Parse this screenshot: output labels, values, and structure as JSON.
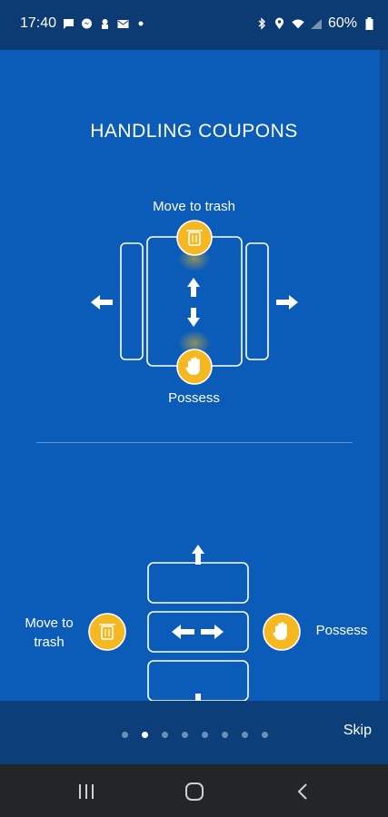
{
  "status_bar": {
    "time": "17:40",
    "battery": "60%"
  },
  "screen": {
    "title": "HANDLING COUPONS",
    "top_illustration": {
      "top_label": "Move to trash",
      "bottom_label": "Possess"
    },
    "bottom_illustration": {
      "left_label_line1": "Move to",
      "left_label_line2": "trash",
      "right_label": "Possess"
    }
  },
  "pagination": {
    "count": 8,
    "active_index": 1
  },
  "skip_label": "Skip",
  "colors": {
    "background": "#0a5cb8",
    "accent": "#f5b820",
    "status_bar": "#0c3b73",
    "footer": "#0c3f7a",
    "nav_bar": "#232629"
  },
  "icons": {
    "trash": "trash-icon",
    "hand": "hand-icon"
  }
}
